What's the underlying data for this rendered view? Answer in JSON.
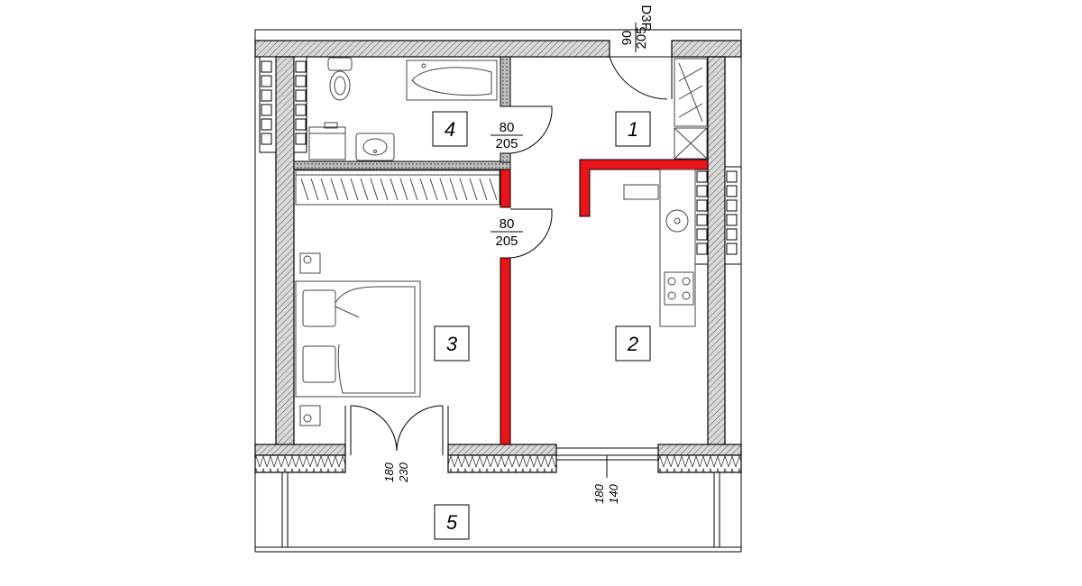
{
  "rooms": [
    {
      "number": "1"
    },
    {
      "number": "2"
    },
    {
      "number": "3"
    },
    {
      "number": "4"
    },
    {
      "number": "5"
    }
  ],
  "doors": {
    "entrance": {
      "width": "90",
      "height": "205",
      "code": "D3P"
    },
    "bathroom": {
      "width": "80",
      "height": "205"
    },
    "bedroom": {
      "width": "80",
      "height": "205"
    }
  },
  "openings": {
    "balcony_door": {
      "width": "180",
      "height": "230"
    },
    "window": {
      "width": "180",
      "height": "140"
    }
  },
  "colors": {
    "wall_fill": "#c8c8c8",
    "new_wall": "#e8141a",
    "line": "#000000",
    "furniture_line": "#444444"
  }
}
